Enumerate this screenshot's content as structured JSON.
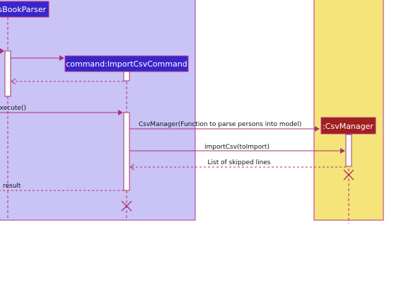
{
  "colors": {
    "logic_box": "#c9c3f6",
    "model_box": "#f5e47a",
    "box_border": "#b5338a",
    "logic_header": "#3a25c9",
    "model_header": "#a01f1f",
    "arrow": "#a8336e"
  },
  "participants": {
    "parser": ":AddressBookParser",
    "command": "command:ImportCsvCommand",
    "csv_manager": ":CsvManager"
  },
  "messages": {
    "execute": "execute()",
    "constructor": "CsvManager(Function to parse persons into model)",
    "import_call": "importCsv(toImport)",
    "skipped_return": "List of skipped lines",
    "result_return": "result"
  }
}
